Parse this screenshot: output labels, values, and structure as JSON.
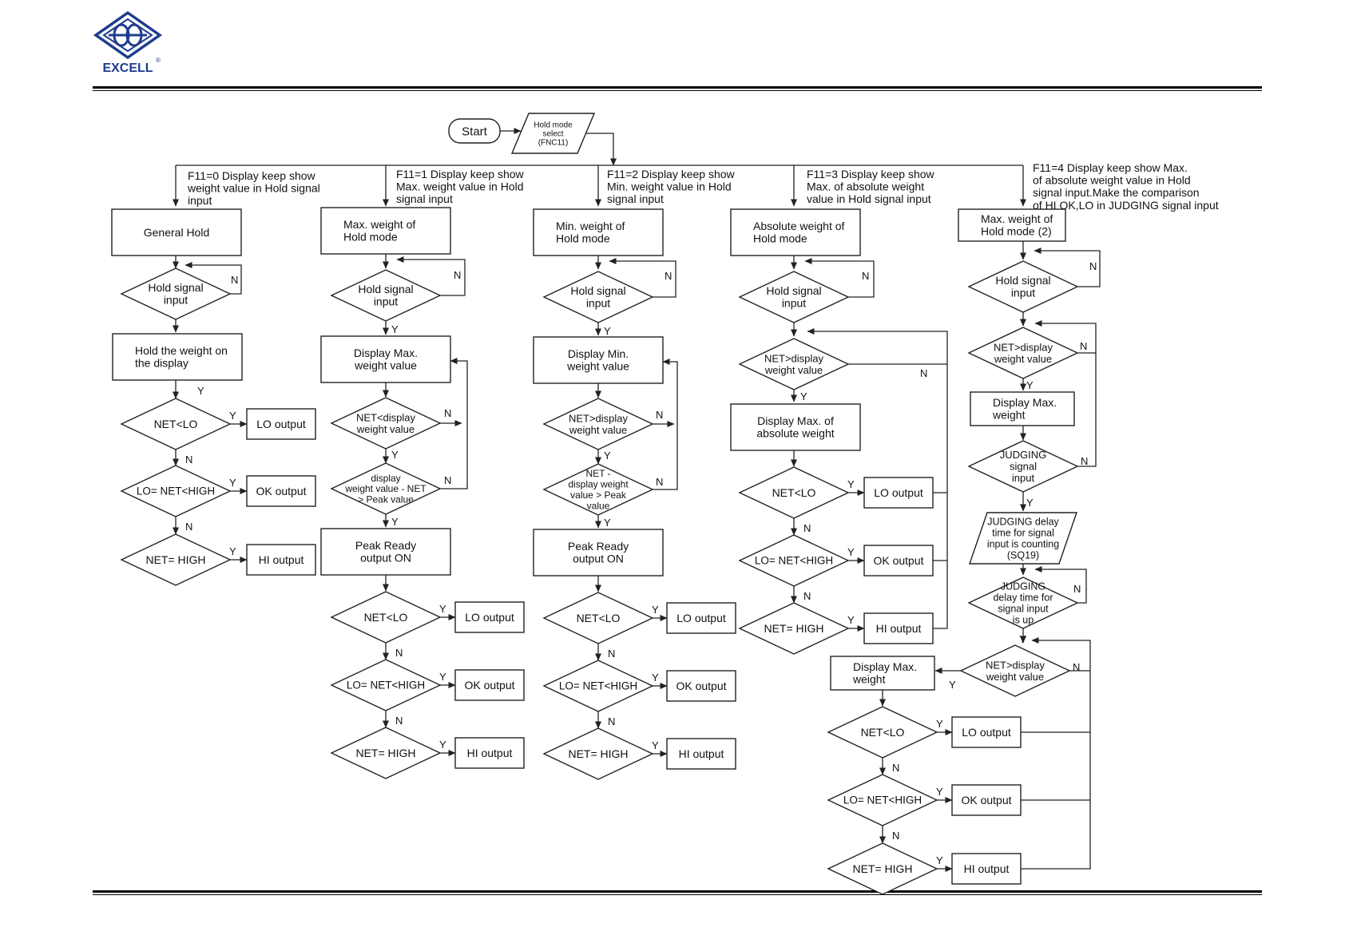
{
  "brand": {
    "name": "EXCELL",
    "mark": "®",
    "color": "#1f3c8c"
  },
  "start": "Start",
  "hold_select": [
    "Hold mode",
    "select",
    "(FNC11)"
  ],
  "yes": "Y",
  "no": "N",
  "branches": [
    {
      "desc": [
        "F11=0 Display keep show",
        "weight value in Hold signal",
        "input"
      ],
      "title": [
        "General Hold"
      ]
    },
    {
      "desc": [
        "F11=1 Display keep show",
        "Max. weight value in Hold",
        "signal input"
      ],
      "title": [
        "Max. weight of",
        "Hold mode"
      ]
    },
    {
      "desc": [
        "F11=2 Display keep show",
        "Min. weight value in Hold",
        "signal input"
      ],
      "title": [
        "Min. weight of",
        "Hold mode"
      ]
    },
    {
      "desc": [
        "F11=3 Display keep show",
        "Max. of absolute weight",
        "value in Hold signal input"
      ],
      "title": [
        "Absolute  weight of",
        "Hold mode"
      ]
    },
    {
      "desc": [
        "F11=4 Display keep show Max.",
        "of absolute weight value in Hold",
        "signal input.Make the comparison",
        "of HI OK,LO in JUDGING signal input"
      ],
      "title": [
        "Max. weight of",
        "Hold mode (2)"
      ]
    }
  ],
  "common": {
    "hold_signal": [
      "Hold signal",
      "input"
    ],
    "net_lo": "NET<LO",
    "lo_net_high": "LO= NET<HIGH",
    "net_high": "NET= HIGH",
    "lo_output": "LO output",
    "ok_output": "OK output",
    "hi_output": "HI output",
    "peak_ready": [
      "Peak Ready",
      "output ON"
    ]
  },
  "b0": {
    "hold_weight": [
      "Hold the weight on",
      "the display"
    ]
  },
  "b1": {
    "display": [
      "Display Max.",
      "weight value"
    ],
    "cond1": [
      "NET<display",
      "weight value"
    ],
    "cond2": [
      "display",
      "weight value - NET",
      "> Peak value"
    ]
  },
  "b2": {
    "display": [
      "Display Min.",
      "weight value"
    ],
    "cond1": [
      "NET>display",
      "weight value"
    ],
    "cond2": [
      "NET -",
      "display weight",
      "value > Peak",
      "value"
    ]
  },
  "b3": {
    "cond1": [
      "NET>display",
      "weight value"
    ],
    "display": [
      "Display Max. of",
      "absolute weight"
    ]
  },
  "b4": {
    "cond1": [
      "NET>display",
      "weight value"
    ],
    "display1": [
      "Display Max.",
      "weight"
    ],
    "judging": [
      "JUDGING",
      "signal",
      "input"
    ],
    "delay": [
      "JUDGING delay",
      "time for signal",
      "input is counting",
      "(SQ19)"
    ],
    "delay_up": [
      "JUDGING",
      "delay time for",
      "signal input",
      "is up"
    ],
    "cond2": [
      "NET>display",
      "weight value"
    ],
    "display2": [
      "Display Max.",
      "weight"
    ]
  }
}
